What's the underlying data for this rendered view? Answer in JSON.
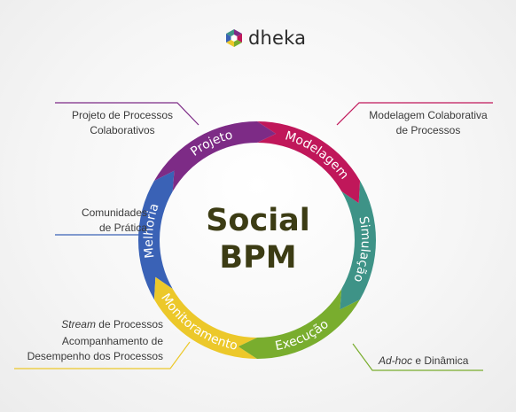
{
  "logo": {
    "text": "dheka",
    "icon": "hexagon-logo-icon"
  },
  "center": {
    "line1": "Social",
    "line2": "BPM"
  },
  "segments": [
    {
      "label": "Projeto",
      "color": "#7d2b86"
    },
    {
      "label": "Modelagem",
      "color": "#c0175a"
    },
    {
      "label": "Simulação",
      "color": "#3e9387"
    },
    {
      "label": "Execução",
      "color": "#79ad2e"
    },
    {
      "label": "Monitoramento",
      "color": "#ecc82a"
    },
    {
      "label": "Melhoria",
      "color": "#3a62b6"
    }
  ],
  "callouts": {
    "top_left": {
      "line1": "Projeto de Processos",
      "line2": "Colaborativos",
      "color": "#7d2b86"
    },
    "top_right": {
      "line1": "Modelagem Colaborativa",
      "line2": "de Processos",
      "color": "#c0175a"
    },
    "mid_left": {
      "line1": "Comunidades",
      "line2": "de Prática",
      "color": "#3a62b6"
    },
    "bottom_left": {
      "stream_em": "Stream",
      "stream_rest": " de Processos",
      "line2": "Acompanhamento de",
      "line3": "Desempenho dos Processos",
      "color": "#ecc82a"
    },
    "bottom_right": {
      "adhoc_em": "Ad-hoc",
      "adhoc_rest": " e Dinâmica",
      "color": "#79ad2e"
    }
  }
}
